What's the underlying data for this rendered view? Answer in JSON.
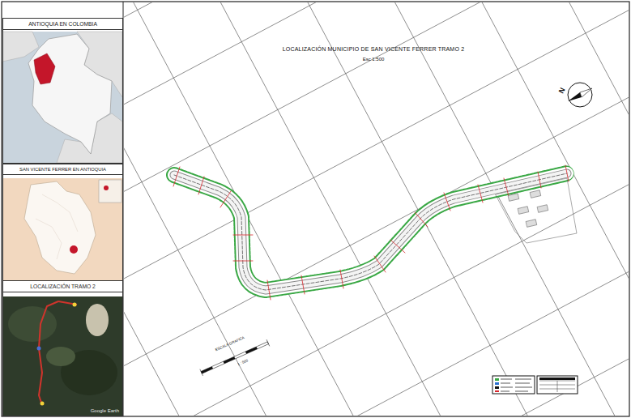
{
  "diagram": {
    "title": "LOCALIZACIÓN MUNICIPIO DE SAN VICENTE FERRER TRAMO 2",
    "nodes": [
      {
        "text": [
          "ANTIOQUIA EN COLOMBIA"
        ]
      },
      {
        "text": [
          "SAN VICENTE FERRER EN ANTIOQUIA"
        ]
      },
      {
        "text": [
          "LOCALIZACIÓN TRAMO 2",
          "Google Earth"
        ]
      }
    ],
    "labels": [
      "Esc 1:500",
      "N",
      "ESCALA GRAFICA",
      "1 : 500"
    ]
  }
}
